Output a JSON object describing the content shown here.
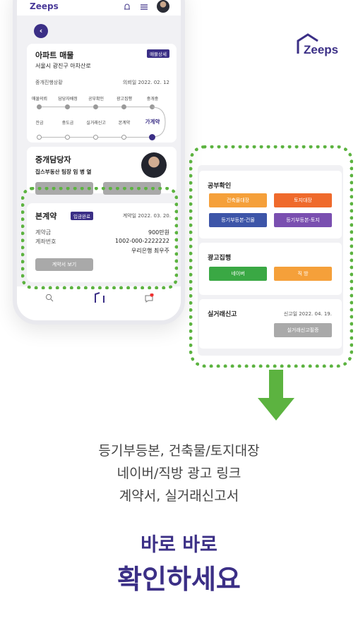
{
  "app": {
    "logo_text": "Zeeps",
    "brand_color": "#3b2f86",
    "highlight_color": "#5cb340"
  },
  "phone": {
    "property_card": {
      "title": "아파트 매물",
      "detail_badge": "매물상세",
      "address": "서울시 광진구 아차산로",
      "status_label": "중개진행상황",
      "request_date": "의뢰일 2022. 02. 12",
      "steps_row1": [
        "매물의뢰",
        "담당자배정",
        "공부확인",
        "광고집행",
        "중개중"
      ],
      "steps_row2": [
        "잔금",
        "중도금",
        "실거래신고",
        "본계약",
        "가계약"
      ],
      "active_step": "가계약"
    },
    "agent_card": {
      "title": "중개담당자",
      "name": "집스부동산 팀장 임 병 열"
    },
    "contract_card": {
      "title": "본계약",
      "badge": "입금완료",
      "contract_date": "계약일 2022. 03. 20.",
      "deposit_label": "계약금",
      "deposit_value": "900만원",
      "account_label": "계좌번호",
      "account_value": "1002-000-2222222",
      "bank_value": "우리은행 최우주",
      "view_button": "계약서 보기"
    },
    "nav_badge": "1"
  },
  "panel": {
    "doc_check": {
      "title": "공부확인",
      "buttons": [
        {
          "label": "건축물대장",
          "color": "#f5a03a"
        },
        {
          "label": "토지대장",
          "color": "#ef6a2c"
        },
        {
          "label": "등기부등본-건물",
          "color": "#3d55a8"
        },
        {
          "label": "등기부등본-토지",
          "color": "#7a4fb0"
        }
      ]
    },
    "ad": {
      "title": "광고집행",
      "buttons": [
        {
          "label": "네이버",
          "color": "#3aa844"
        },
        {
          "label": "직 방",
          "color": "#f5a03a"
        }
      ]
    },
    "report": {
      "title": "실거래신고",
      "date": "신고일  2022. 04. 19.",
      "button": "실거래신고필증"
    }
  },
  "caption": {
    "lines": [
      "등기부등본, 건축물/토지대장",
      "네이버/직방 광고 링크",
      "계약서, 실거래신고서"
    ],
    "headline1": "바로 바로",
    "headline2": "확인하세요"
  }
}
